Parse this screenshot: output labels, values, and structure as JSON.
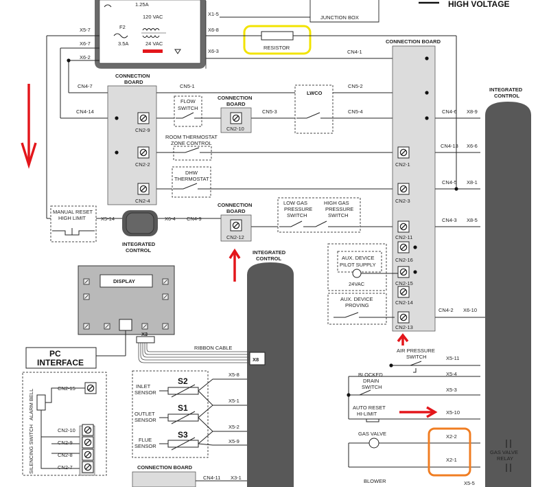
{
  "legend": {
    "high_voltage": "HIGH VOLTAGE"
  },
  "transformer": {
    "fuse1": "1.25A",
    "fuse2_id": "F2",
    "fuse2": "3.5A",
    "primary": "120 VAC",
    "secondary": "24 VAC"
  },
  "junction_box": "JUNCTION BOX",
  "resistor": "RESISTOR",
  "terminals": {
    "x1_5": "X1-5",
    "x5_7": "X5-7",
    "x6_7": "X6-7",
    "x6_8": "X6-8",
    "x6_2": "X6-2",
    "x6_3": "X6-3",
    "cn4_1": "CN4-1",
    "cn4_7": "CN4-7",
    "cn5_1": "CN5-1",
    "cn5_2": "CN5-2",
    "cn4_14": "CN4-14",
    "cn5_3": "CN5-3",
    "cn5_4": "CN5-4",
    "cn4_6": "CN4-6",
    "x8_9": "X8-9",
    "cn4_13": "CN4-13",
    "x6_6": "X6-6",
    "cn4_5": "CN4-5",
    "x8_1": "X8-1",
    "x5_14": "X5-14",
    "x6_4": "X6-4",
    "cn4_9": "CN4-9",
    "cn4_3": "CN4-3",
    "x8_5": "X8-5",
    "cn4_2": "CN4-2",
    "x6_10": "X6-10",
    "x5_11": "X5-11",
    "x5_4": "X5-4",
    "x5_3": "X5-3",
    "x5_10": "X5-10",
    "x2_2": "X2-2",
    "x2_1": "X2-1",
    "x5_8": "X5-8",
    "x5_1": "X5-1",
    "x5_2": "X5-2",
    "x5_9": "X5-9",
    "cn4_11": "CN4-11",
    "x3_1": "X3-1",
    "x5_5": "X5-5",
    "x3": "X3",
    "x8": "X8"
  },
  "connection_board": "CONNECTION BOARD",
  "connection_board_stacked": [
    "CONNECTION",
    "BOARD"
  ],
  "integrated_control": [
    "INTEGRATED",
    "CONTROL"
  ],
  "pins": {
    "cn2_9": "CN2-9",
    "cn2_2": "CN2-2",
    "cn2_4": "CN2-4",
    "cn2_10": "CN2-10",
    "cn2_12": "CN2-12",
    "cn2_1": "CN2-1",
    "cn2_3": "CN2-3",
    "cn2_11": "CN2-11",
    "cn2_16": "CN2-16",
    "cn2_15": "CN2-15",
    "cn2_14": "CN2-14",
    "cn2_13": "CN2-13",
    "cn2_8": "CN2-8",
    "cn2_7": "CN2-7"
  },
  "components": {
    "flow_switch": [
      "FLOW",
      "SWITCH"
    ],
    "lwco": "LWCO",
    "room_thermostat": [
      "ROOM THERMOSTAT",
      "ZONE CONTROL"
    ],
    "dhw_thermostat": [
      "DHW",
      "THERMOSTAT"
    ],
    "manual_reset": [
      "MANUAL RESET",
      "HIGH LIMIT"
    ],
    "low_gas": [
      "LOW GAS",
      "PRESSURE",
      "SWITCH"
    ],
    "high_gas": [
      "HIGH GAS",
      "PRESSURE",
      "SWITCH"
    ],
    "aux_pilot": [
      "AUX. DEVICE",
      "PILOT SUPPLY"
    ],
    "aux_pilot_volt": "24VAC",
    "aux_proving": [
      "AUX. DEVICE",
      "PROVING"
    ],
    "display": "DISPLAY",
    "pc_interface": [
      "PC",
      "INTERFACE"
    ],
    "ribbon_cable": "RIBBON CABLE",
    "air_pressure": [
      "AIR PRESSURE",
      "SWITCH"
    ],
    "blocked_drain": [
      "BLOCKED",
      "DRAIN",
      "SWITCH"
    ],
    "auto_reset": [
      "AUTO RESET",
      "HI-LIMIT"
    ],
    "gas_valve": "GAS VALVE",
    "gas_valve_relay": [
      "GAS VALVE",
      "RELAY"
    ],
    "blower": "BLOWER",
    "inlet_sensor": [
      "INLET",
      "SENSOR"
    ],
    "outlet_sensor": [
      "OUTLET",
      "SENSOR"
    ],
    "flue_sensor": [
      "FLUE",
      "SENSOR"
    ],
    "s2": "S2",
    "s1": "S1",
    "s3": "S3",
    "alarm_bell": "ALARM BELL",
    "silencing_switch": "SILENCING SWITCH"
  },
  "colors": {
    "annotation_red": "#e3161b",
    "highlight_yellow": "#f2e300",
    "highlight_orange": "#f07d22",
    "board_fill": "#dcdcdc",
    "control_fill": "#585858",
    "display_fill": "#b9b9b9"
  }
}
